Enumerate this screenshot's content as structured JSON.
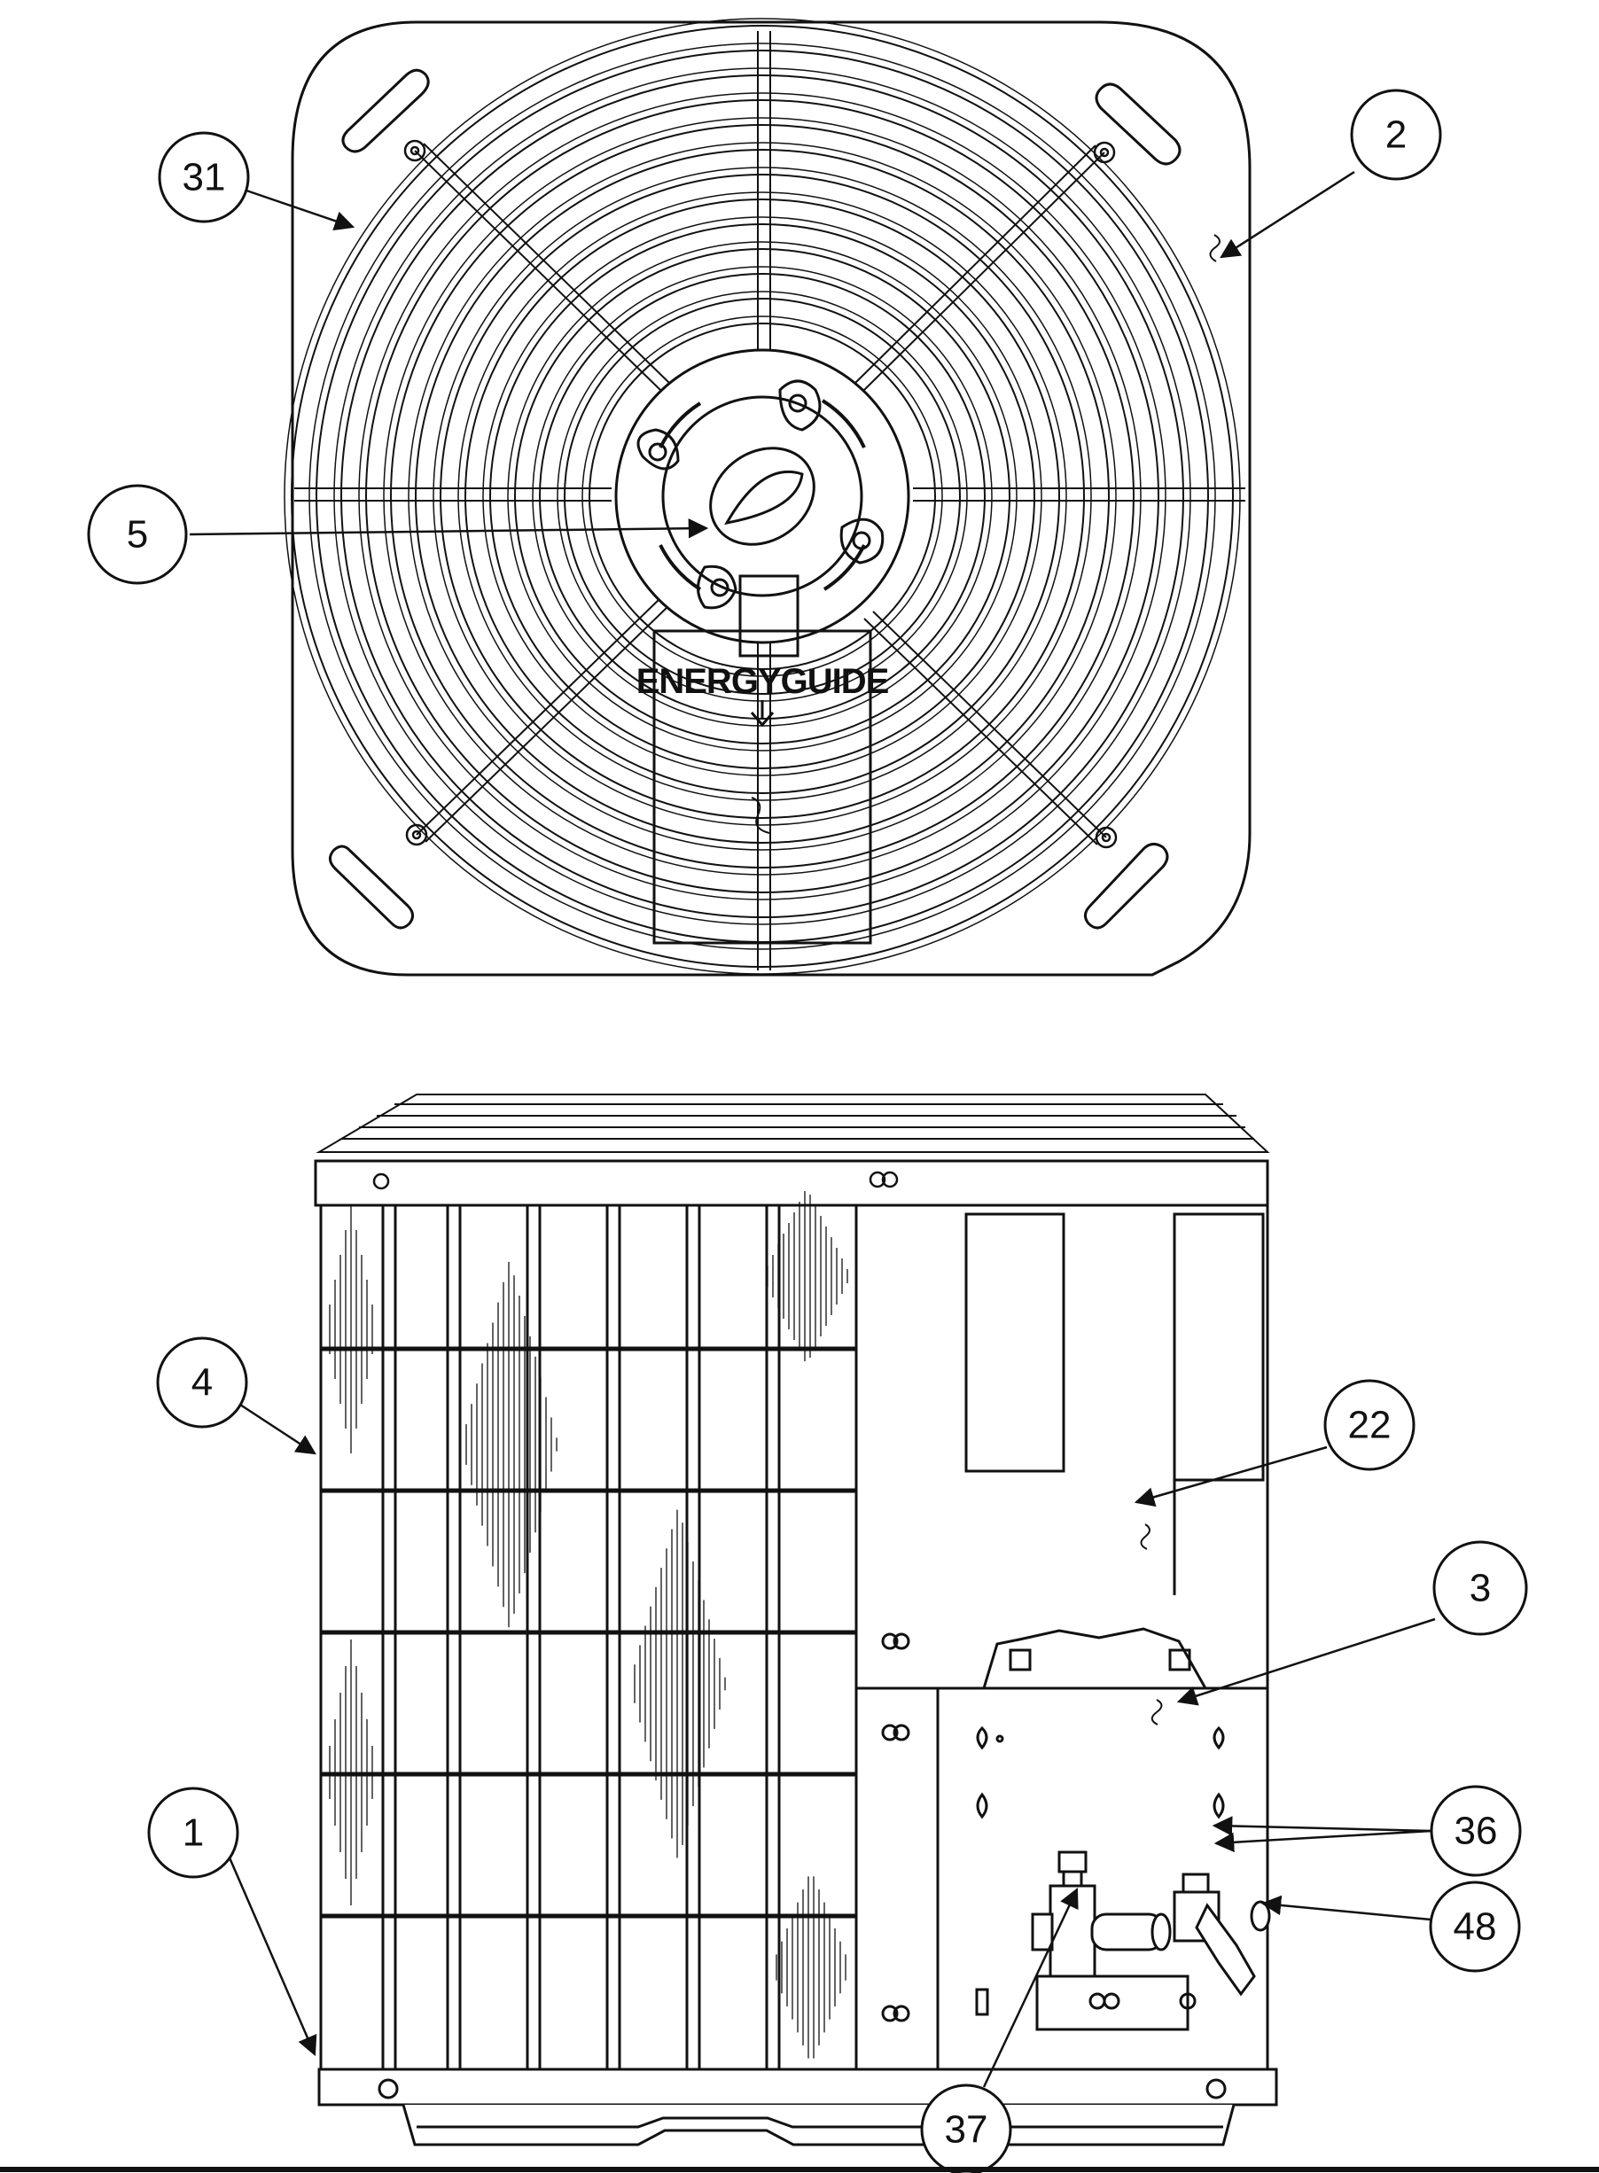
{
  "colors": {
    "ink": "#111111",
    "paper": "#ffffff"
  },
  "energy_label": {
    "text": "ENERGYGUIDE"
  },
  "callouts": [
    {
      "id": "31",
      "label": "31"
    },
    {
      "id": "2",
      "label": "2"
    },
    {
      "id": "5",
      "label": "5"
    },
    {
      "id": "4",
      "label": "4"
    },
    {
      "id": "22",
      "label": "22"
    },
    {
      "id": "3",
      "label": "3"
    },
    {
      "id": "1",
      "label": "1"
    },
    {
      "id": "36",
      "label": "36"
    },
    {
      "id": "48",
      "label": "48"
    },
    {
      "id": "37",
      "label": "37"
    }
  ]
}
